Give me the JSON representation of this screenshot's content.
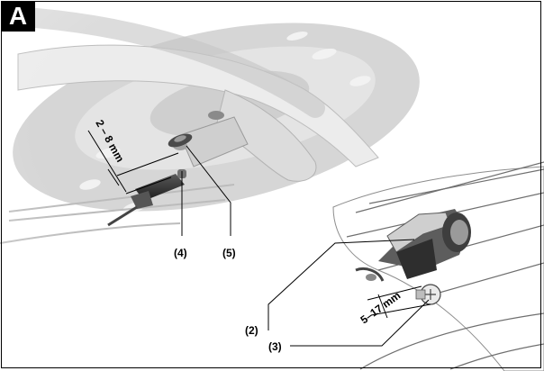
{
  "panel_label": "A",
  "callouts": {
    "c2": "(2)",
    "c3": "(3)",
    "c4": "(4)",
    "c5": "(5)"
  },
  "dimensions": {
    "upper": "2 – 8 mm",
    "lower": "5–17 mm"
  }
}
